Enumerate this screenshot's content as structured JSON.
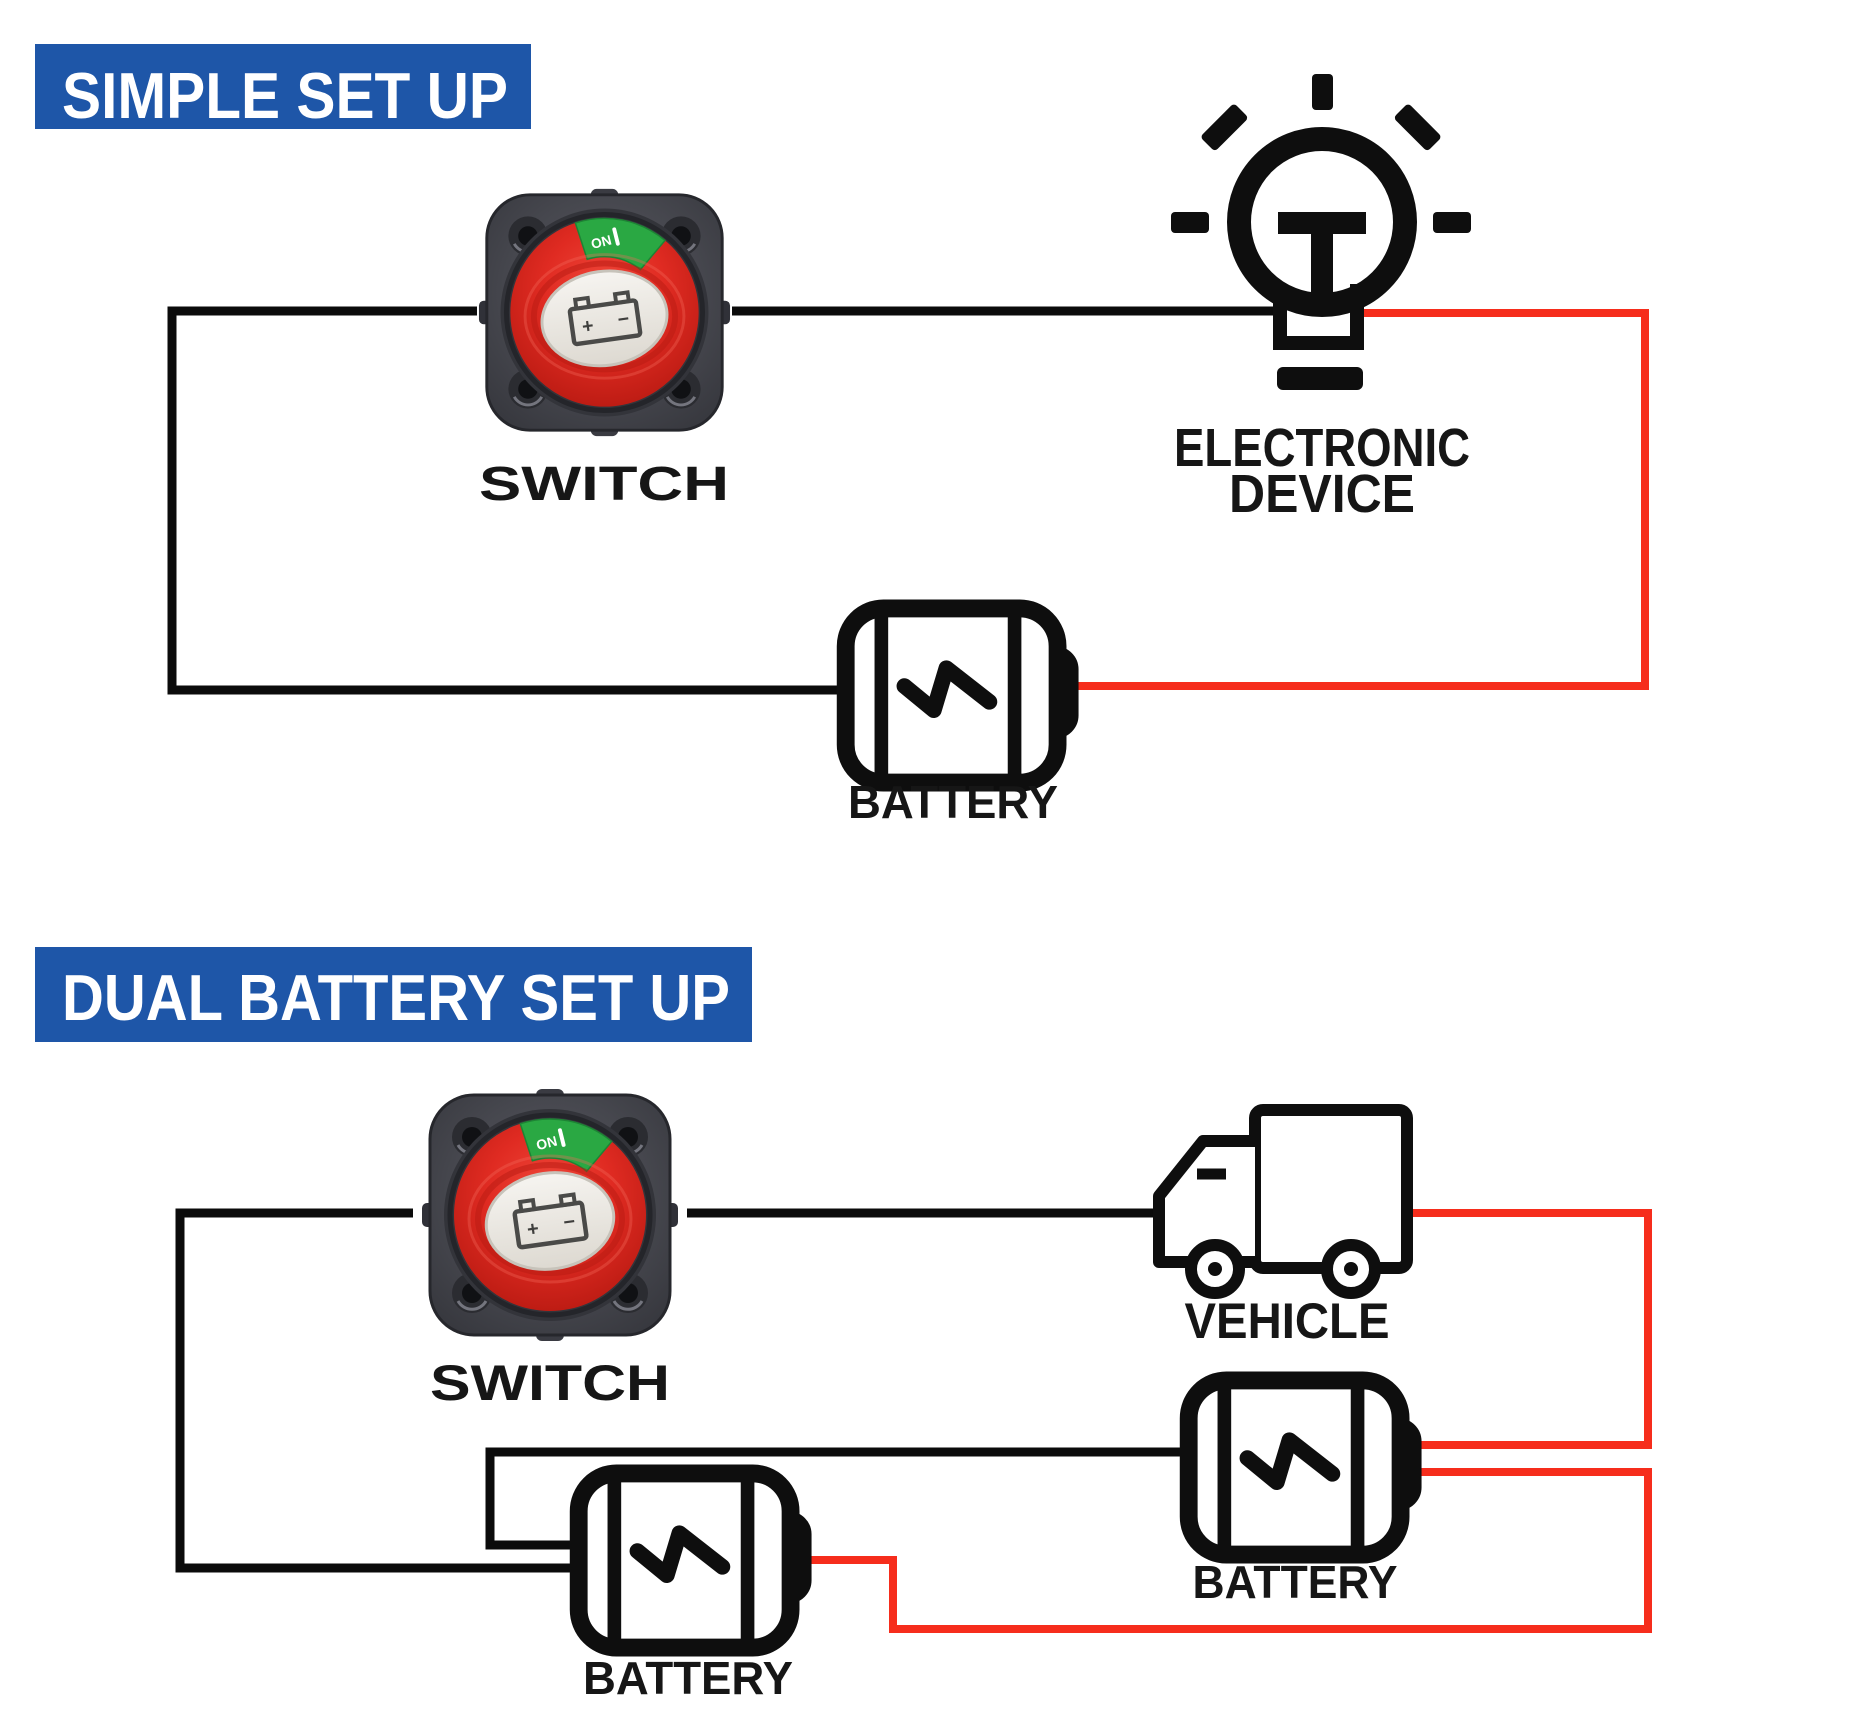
{
  "colors": {
    "banner_blue": "#1e56a8",
    "text_black": "#161616",
    "wire_black": "#0b0b0b",
    "wire_red": "#f62d1c",
    "icon_black": "#0e0e0e",
    "switch_body_gray": "#46474e",
    "switch_knob_red": "#e02b22",
    "switch_on_green": "#2aa843",
    "switch_face_cream": "#f0ede7"
  },
  "icons": {
    "switch": "rotary-battery-switch-photo",
    "electronic_device": "light-bulb-icon",
    "battery": "battery-icon",
    "vehicle": "truck-icon"
  },
  "simple": {
    "title": "SIMPLE SET UP",
    "switch_label": "SWITCH",
    "device_label_line1": "ELECTRONIC",
    "device_label_line2": "DEVICE",
    "battery_label": "BATTERY"
  },
  "dual": {
    "title": "DUAL BATTERY SET UP",
    "switch_label": "SWITCH",
    "vehicle_label": "VEHICLE",
    "battery_main_label": "BATTERY",
    "battery_aux_label": "BATTERY"
  },
  "switch_face": {
    "on_text": "ON",
    "plus": "+",
    "minus": "−"
  }
}
